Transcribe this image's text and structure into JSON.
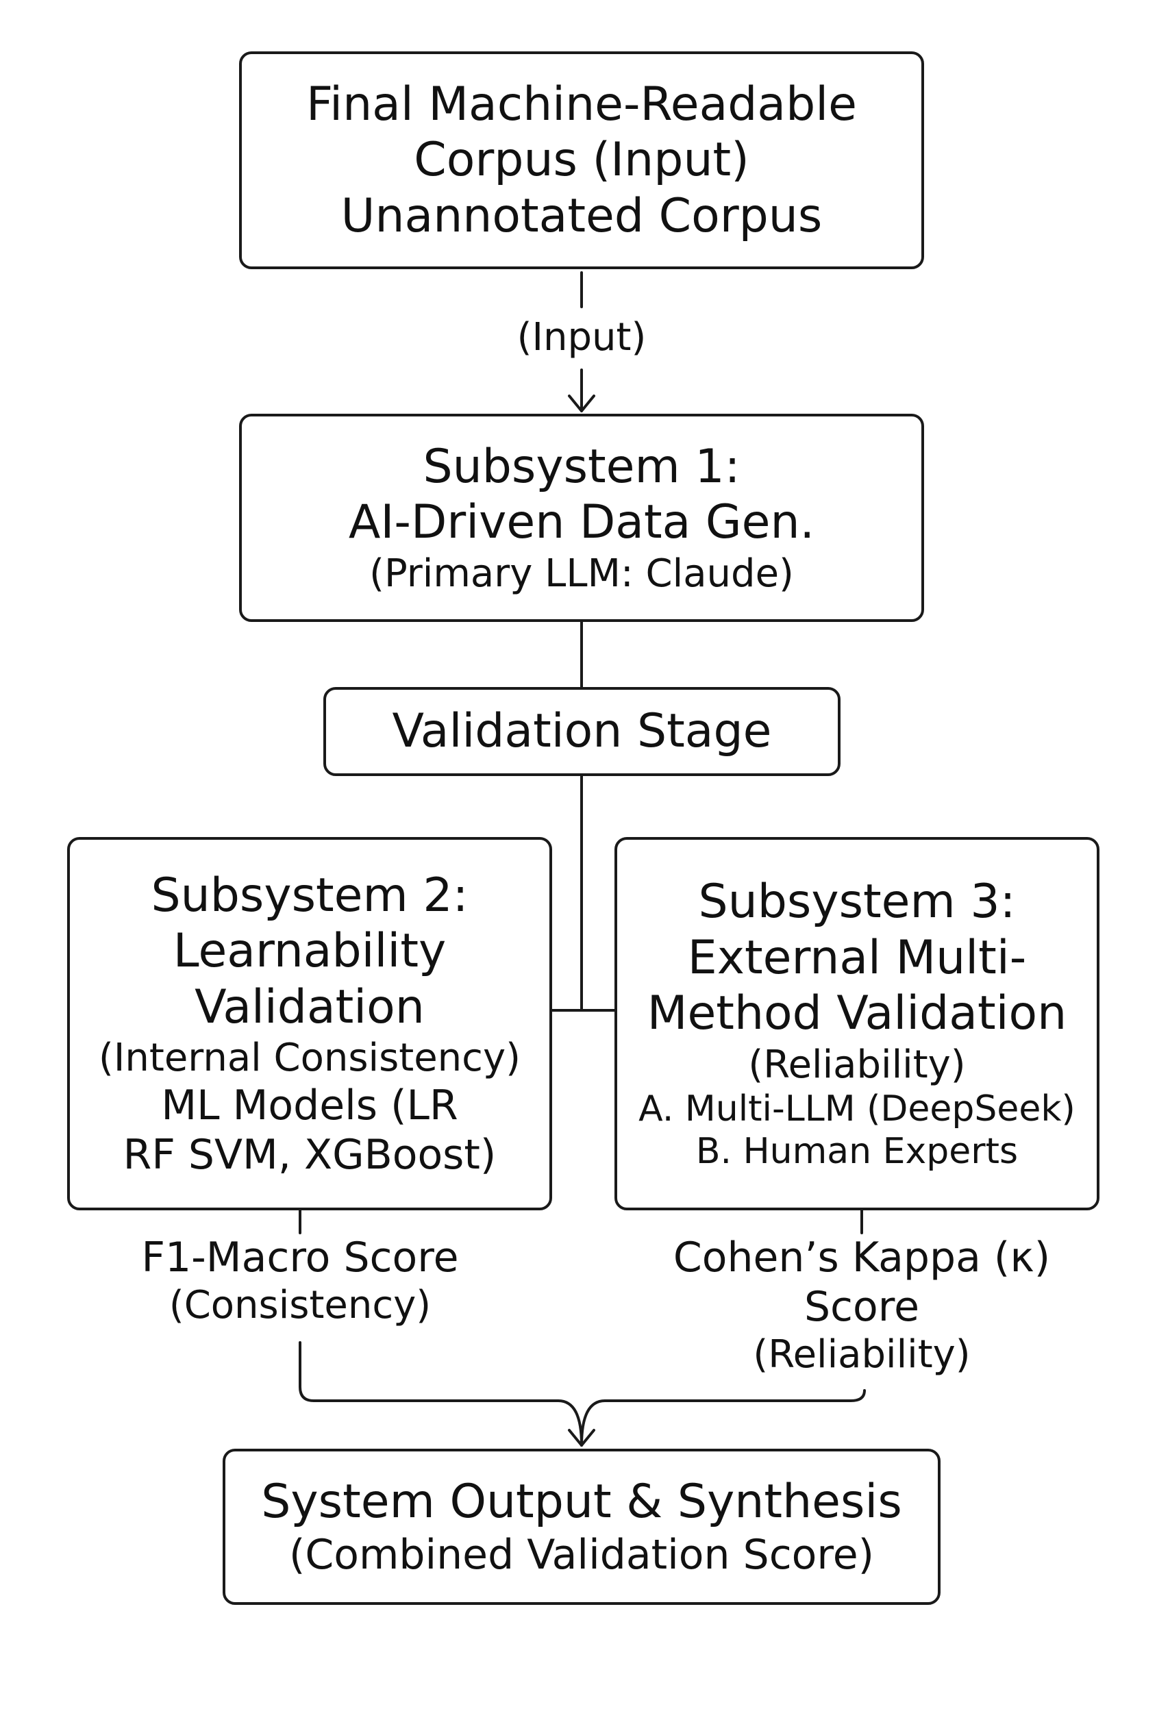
{
  "nodes": {
    "input": {
      "lines": [
        "Final Machine-Readable",
        "Corpus (Input)",
        "Unannotated Corpus"
      ]
    },
    "subsystem1": {
      "lines": [
        "Subsystem 1:",
        "AI-Driven Data Gen.",
        "(Primary LLM: Claude)"
      ]
    },
    "validation_stage": {
      "lines": [
        "Validation Stage"
      ]
    },
    "subsystem2": {
      "lines": [
        "Subsystem 2:",
        "Learnability",
        "Validation",
        "(Internal Consistency)",
        "ML Models (LR",
        "RF  SVM, XGBoost)"
      ]
    },
    "subsystem3": {
      "lines": [
        "Subsystem 3:",
        "External Multi-",
        "Method Validation",
        "(Reliability)",
        "A. Multi-LLM (DeepSeek)",
        "B. Human Experts"
      ]
    },
    "output": {
      "lines": [
        "System Output & Synthesis",
        "(Combined Validation Score)"
      ]
    }
  },
  "edge_labels": {
    "input_arrow": "(Input)",
    "f1": [
      "F1-Macro Score",
      "(Consistency)"
    ],
    "kappa": [
      "Cohen’s Kappa (κ)",
      "Score",
      "(Reliability)"
    ]
  },
  "colors": {
    "stroke": "#1a1a1a",
    "background": "#ffffff",
    "text": "#111111"
  }
}
